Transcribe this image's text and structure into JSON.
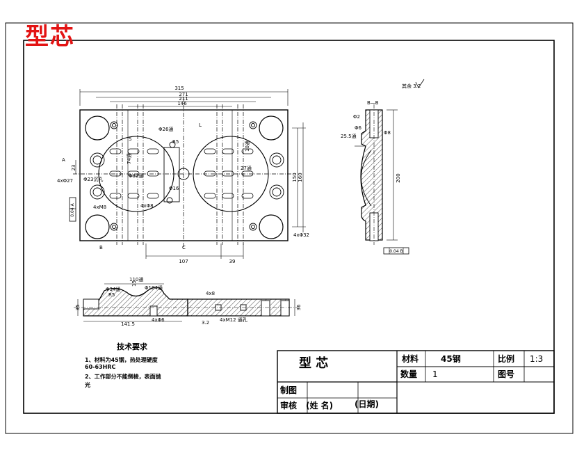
{
  "title": "型芯",
  "roughness_note": "其余 3.2",
  "plan_view": {
    "dims_top": [
      "315",
      "271",
      "211",
      "146"
    ],
    "dims_bottom": [
      "107",
      "39"
    ],
    "dims_right": [
      "150",
      "160"
    ],
    "dims_left": [
      "23"
    ],
    "labels": [
      "Φ26通",
      "R5",
      "4xΦ27",
      "Φ23沉孔",
      "4xM8",
      "Φ32通",
      "4xΦ32",
      "Φ16",
      "4xΦ8",
      "74通",
      "27通",
      "10通",
      "A",
      "L",
      "S",
      "B",
      "C",
      "0.04 A"
    ],
    "datum_tag": "0.04 A"
  },
  "section_view": {
    "labels": [
      "B—B",
      "Φ2",
      "Φ6",
      "Φ8",
      "25.5通",
      "200",
      "0.04 B"
    ],
    "datum_tag": "0.04 B"
  },
  "front_view": {
    "labels": [
      "110通",
      "Φ34通",
      "R5",
      "Φ104通",
      "15",
      "35",
      "141.5",
      "4xΦ6",
      "4xM12 通孔",
      "4x8",
      "3.2",
      "36"
    ]
  },
  "tech_notes": {
    "title": "技术要求",
    "lines": [
      "1、材料为45钢，热处理硬度",
      "   60-63HRC",
      "2、工作部分不能倒棱，表面抛",
      "光"
    ]
  },
  "title_block": {
    "part_name": "型  芯",
    "material_label": "材料",
    "material_value": "45钢",
    "scale_label": "比例",
    "scale_value": "1:3",
    "qty_label": "数量",
    "qty_value": "1",
    "drawing_no_label": "图号",
    "drawn_label": "制图",
    "check_label": "审核",
    "name_label": "(姓  名)",
    "date_label": "(日期)"
  }
}
